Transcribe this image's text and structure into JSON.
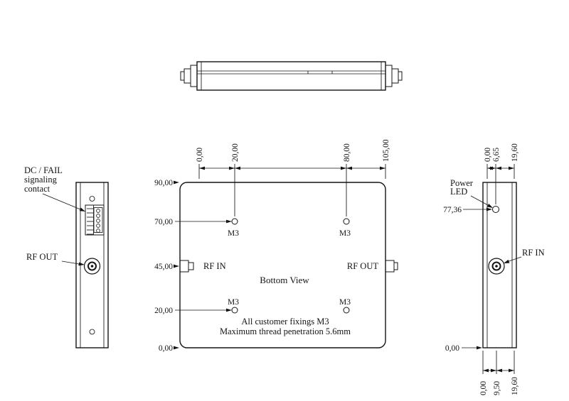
{
  "colors": {
    "ink": "#141414",
    "background": "#ffffff"
  },
  "left_view": {
    "dc_label_line1": "DC / FAIL",
    "dc_label_line2": "signaling",
    "dc_label_line3": "contact",
    "rf_out_label": "RF OUT"
  },
  "bottom_view": {
    "dims_top": [
      "0,00",
      "20,00",
      "80,00",
      "105,00"
    ],
    "dims_left": [
      "90,00",
      "70,00",
      "45,00",
      "20,00",
      "0,00"
    ],
    "hole_labels": [
      "M3",
      "M3",
      "M3",
      "M3"
    ],
    "rf_in_label": "RF IN",
    "rf_out_label": "RF OUT",
    "caption": "Bottom View",
    "note_line1": "All customer fixings M3",
    "note_line2": "Maximum thread penetration 5.6mm"
  },
  "right_view": {
    "dims_top": [
      "0,00",
      "6,65",
      "19,60"
    ],
    "dims_bottom": [
      "0,00",
      "9,50",
      "19,60"
    ],
    "led_height_dim": "77,36",
    "base_dim": "0,00",
    "power_led_line1": "Power",
    "power_led_line2": "LED",
    "rf_in_label": "RF IN"
  }
}
